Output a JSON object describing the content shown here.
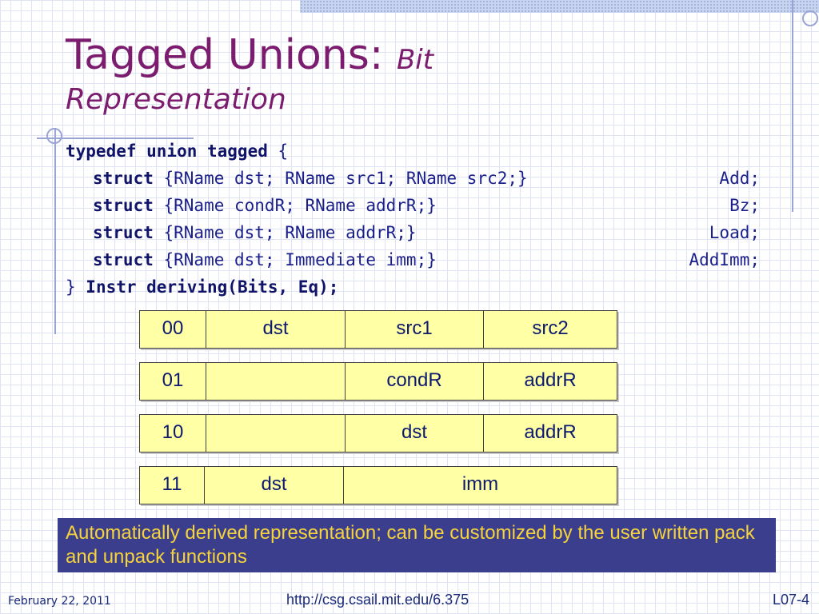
{
  "title": {
    "main": "Tagged Unions:",
    "italic_word": "Bit",
    "line2": "Representation"
  },
  "code": {
    "line1": {
      "kw": "typedef union tagged",
      "rest": " {"
    },
    "line2": {
      "kw": "struct",
      "rest": " {RName dst; RName src1; RName src2;}",
      "tag": "Add;"
    },
    "line3": {
      "kw": "struct",
      "rest": " {RName condR; RName addrR;}",
      "tag": "Bz;"
    },
    "line4": {
      "kw": "struct",
      "rest": " {RName dst; RName addrR;}",
      "tag": "Load;"
    },
    "line5": {
      "kw": "struct",
      "rest": " {RName dst; Immediate imm;}",
      "tag": "AddImm;"
    },
    "line6": {
      "brace": "} ",
      "kw": "Instr deriving(Bits, Eq)",
      "semi": ";"
    }
  },
  "bit_rows": [
    {
      "tag": "00",
      "f1": "dst",
      "f2": "src1",
      "f3": "src2"
    },
    {
      "tag": "01",
      "f1": "",
      "f2": "condR",
      "f3": "addrR"
    },
    {
      "tag": "10",
      "f1": "",
      "f2": "dst",
      "f3": "addrR"
    },
    {
      "tag": "11",
      "f1": "dst",
      "f2": "imm"
    }
  ],
  "banner": "Automatically derived representation; can be customized by the user written pack and unpack functions",
  "footer": {
    "date": "February 22, 2011",
    "url": "http://csg.csail.mit.edu/6.375",
    "page": "L07-4"
  },
  "colors": {
    "title": "#7b1c6e",
    "code": "#1a1f8a",
    "box_fill": "#ffffa6",
    "banner_bg": "#3a3e8c",
    "banner_text": "#f6d33c"
  }
}
